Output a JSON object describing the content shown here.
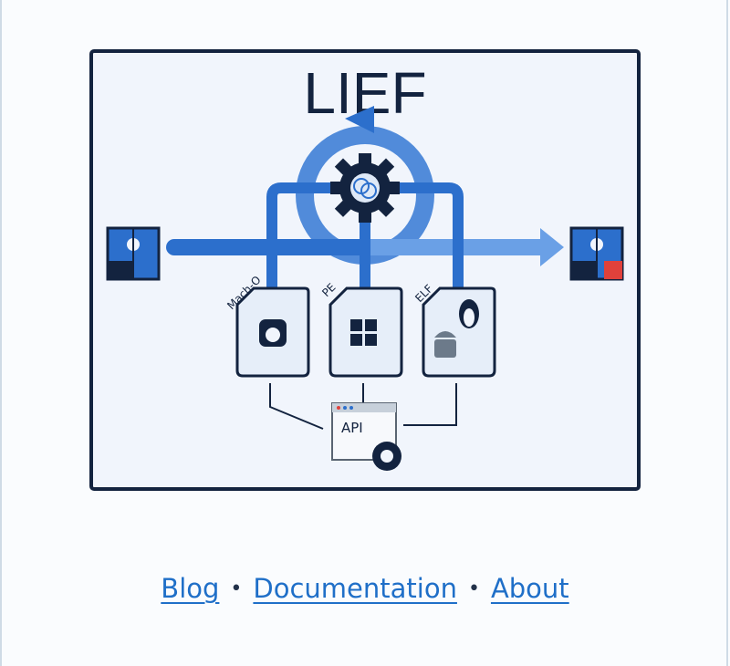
{
  "logo": {
    "title": "LIEF",
    "formats": [
      {
        "label": "Mach-O",
        "icon": "apple-icon"
      },
      {
        "label": "PE",
        "icon": "windows-icon"
      },
      {
        "label": "ELF",
        "icon": "linux-icon"
      }
    ],
    "api_label": "API",
    "colors": {
      "navy": "#13233f",
      "blue": "#2c6fcc",
      "light_blue": "#6aa0e6",
      "panel": "#f1f5fc",
      "red": "#e0413b"
    }
  },
  "footer": {
    "links": [
      "Blog",
      "Documentation",
      "About"
    ],
    "separator": "•"
  }
}
